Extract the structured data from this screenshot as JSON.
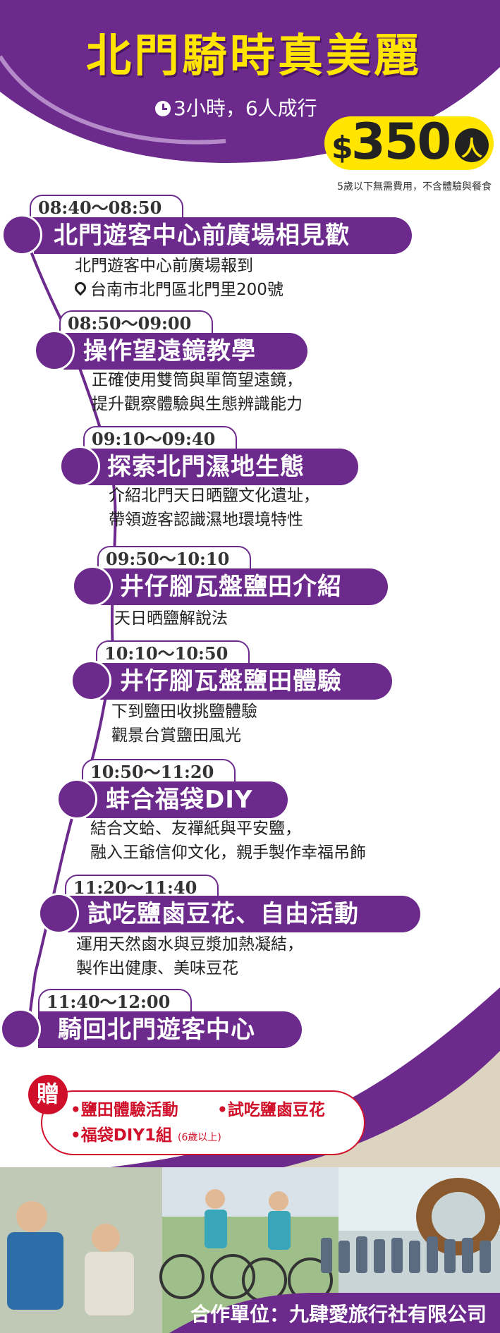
{
  "header": {
    "title": "北門騎時真美麗",
    "duration": "3小時，6人成行",
    "clock_icon": "clock-icon"
  },
  "price": {
    "currency": "$",
    "value": "350",
    "unit": "人",
    "note": "5歲以下無需費用，不含體驗與餐食"
  },
  "timeline": [
    {
      "time": "08:40～08:50",
      "title": "北門遊客中心前廣場相見歡",
      "lines": [
        "北門遊客中心前廣場報到"
      ],
      "address": "台南市北門區北門里200號"
    },
    {
      "time": "08:50～09:00",
      "title": "操作望遠鏡教學",
      "lines": [
        "正確使用雙筒與單筒望遠鏡，",
        "提升觀察體驗與生態辨識能力"
      ]
    },
    {
      "time": "09:10～09:40",
      "title": "探索北門濕地生態",
      "lines": [
        "介紹北門天日晒鹽文化遺址，",
        "帶領遊客認識濕地環境特性"
      ]
    },
    {
      "time": "09:50～10:10",
      "title": "井仔腳瓦盤鹽田介紹",
      "lines": [
        "天日晒鹽解說法"
      ]
    },
    {
      "time": "10:10～10:50",
      "title": "井仔腳瓦盤鹽田體驗",
      "lines": [
        "下到鹽田收挑鹽體驗",
        "觀景台賞鹽田風光"
      ]
    },
    {
      "time": "10:50～11:20",
      "title": "蚌合福袋DIY",
      "lines": [
        "結合文蛤、友禪紙與平安鹽，",
        "融入王爺信仰文化，親手製作幸福吊飾"
      ]
    },
    {
      "time": "11:20～11:40",
      "title": "試吃鹽鹵豆花、自由活動",
      "lines": [
        "運用天然鹵水與豆漿加熱凝結，",
        "製作出健康、美味豆花"
      ]
    },
    {
      "time": "11:40～12:00",
      "title": "騎回北門遊客中心",
      "lines": []
    }
  ],
  "gift": {
    "badge": "贈",
    "items": [
      "•鹽田體驗活動",
      "•試吃鹽鹵豆花",
      "•福袋DIY1組"
    ],
    "item3_note": "(6歲以上)"
  },
  "footer": {
    "partner": "合作單位：九肆愛旅行社有限公司"
  },
  "colors": {
    "purple": "#6b2a8c",
    "yellow": "#ffe500",
    "red": "#d0102a"
  }
}
